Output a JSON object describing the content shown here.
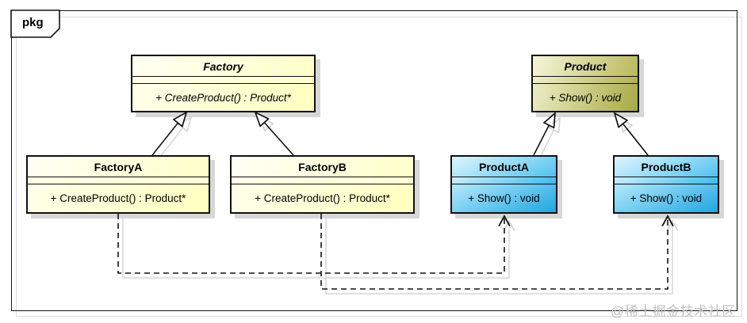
{
  "package": {
    "label": "pkg"
  },
  "watermark": {
    "text": "@稀土掘金技术社区"
  },
  "colors": {
    "frame_border": "#141414",
    "shadow": "#d7d7d7",
    "abstract_factory_fill": "#ffffcc",
    "abstract_product_fill": "#b9b95c",
    "concrete_product_fill": "#2bb0e8",
    "line": "#111111"
  },
  "classes": [
    {
      "name": "Factory",
      "abstract": true,
      "attributes": [],
      "methods": [
        "+ CreateProduct() : Product*"
      ]
    },
    {
      "name": "Product",
      "abstract": true,
      "attributes": [],
      "methods": [
        "+ Show() : void"
      ]
    },
    {
      "name": "FactoryA",
      "abstract": false,
      "attributes": [],
      "methods": [
        "+ CreateProduct() : Product*"
      ]
    },
    {
      "name": "FactoryB",
      "abstract": false,
      "attributes": [],
      "methods": [
        "+ CreateProduct() : Product*"
      ]
    },
    {
      "name": "ProductA",
      "abstract": false,
      "attributes": [],
      "methods": [
        "+ Show() : void"
      ]
    },
    {
      "name": "ProductB",
      "abstract": false,
      "attributes": [],
      "methods": [
        "+ Show() : void"
      ]
    }
  ],
  "relationships": [
    {
      "type": "generalization",
      "from": "FactoryA",
      "to": "Factory"
    },
    {
      "type": "generalization",
      "from": "FactoryB",
      "to": "Factory"
    },
    {
      "type": "generalization",
      "from": "ProductA",
      "to": "Product"
    },
    {
      "type": "generalization",
      "from": "ProductB",
      "to": "Product"
    },
    {
      "type": "dependency",
      "from": "FactoryA",
      "to": "ProductA"
    },
    {
      "type": "dependency",
      "from": "FactoryB",
      "to": "ProductB"
    }
  ]
}
